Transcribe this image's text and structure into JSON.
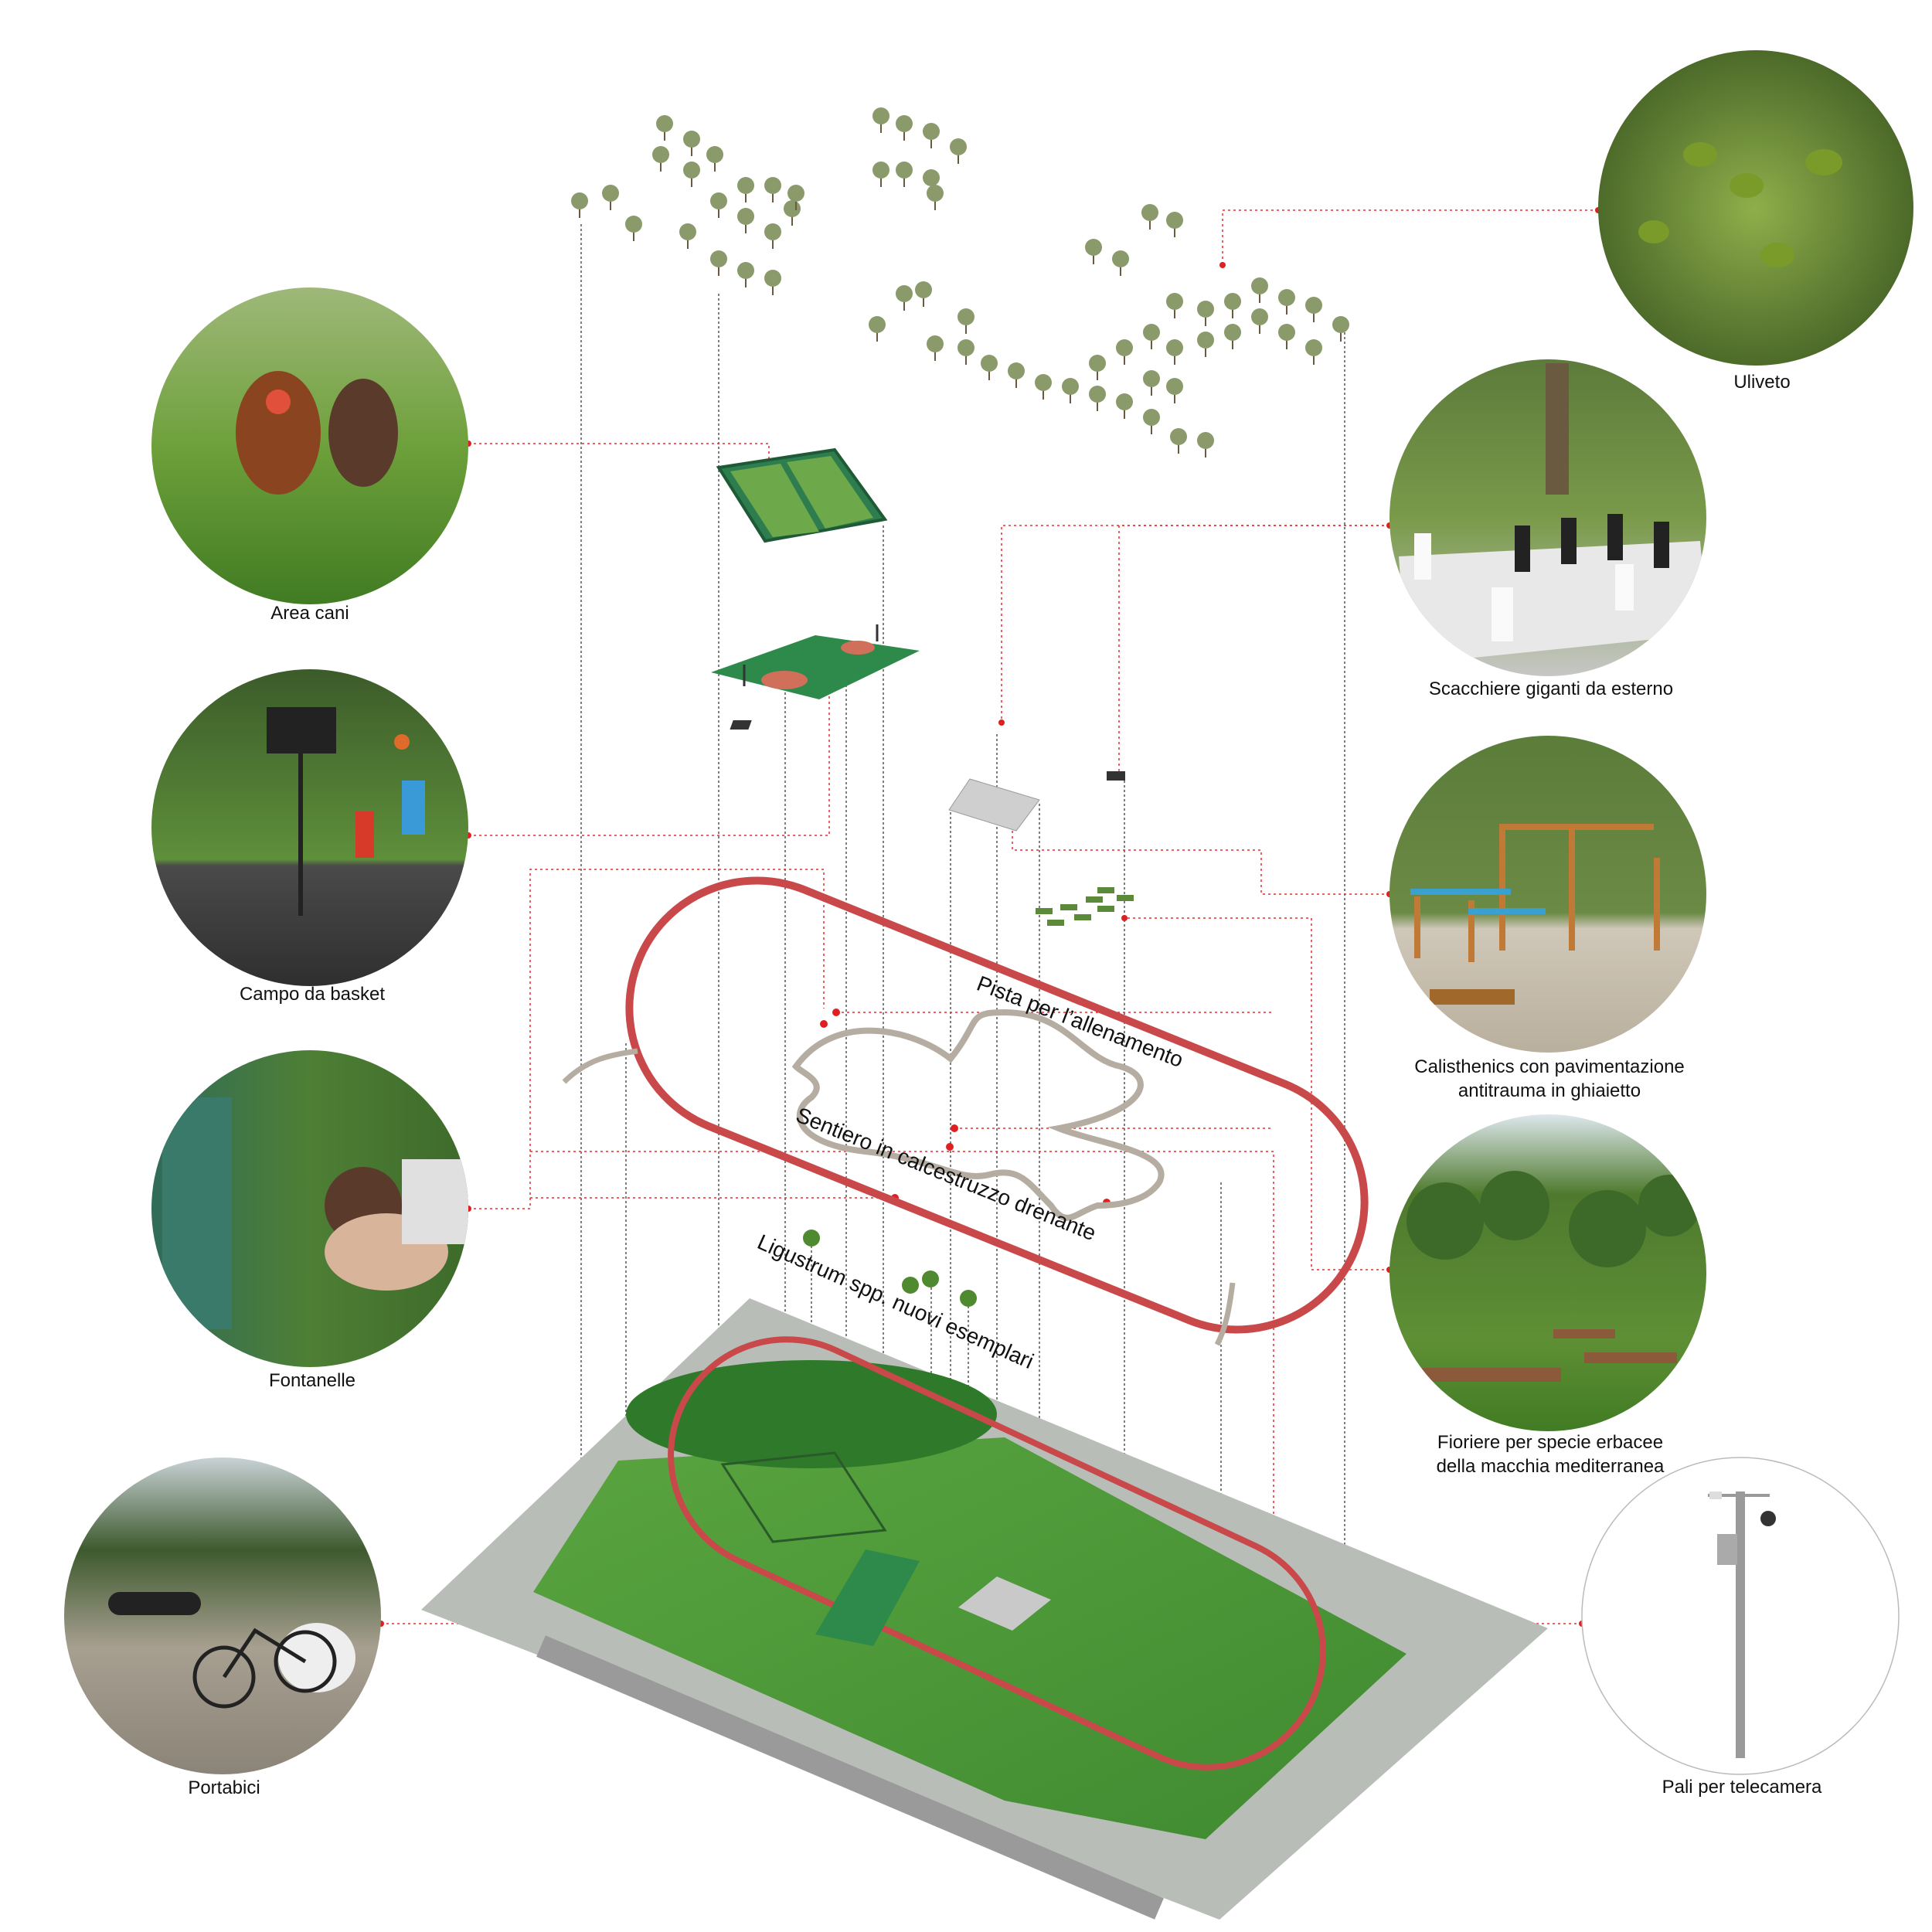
{
  "features": [
    {
      "id": "uliveto",
      "lines": [
        "Uliveto"
      ]
    },
    {
      "id": "area-cani",
      "lines": [
        "Area cani"
      ]
    },
    {
      "id": "scacchiere",
      "lines": [
        "Scacchiere giganti da esterno"
      ]
    },
    {
      "id": "campo-basket",
      "lines": [
        "Campo da basket"
      ]
    },
    {
      "id": "calisthenics",
      "lines": [
        "Calisthenics con pavimentazione",
        "antitrauma in ghiaietto"
      ]
    },
    {
      "id": "fontanelle",
      "lines": [
        "Fontanelle"
      ]
    },
    {
      "id": "fioriere",
      "lines": [
        "Fioriere per specie erbacee",
        "della macchia mediterranea"
      ]
    },
    {
      "id": "portabici",
      "lines": [
        "Portabici"
      ]
    },
    {
      "id": "pali-telecamera",
      "lines": [
        "Pali per telecamera"
      ]
    }
  ],
  "layer_labels": {
    "track": "Pista per l’allenamento",
    "path": "Sentiero in calcestruzzo drenante",
    "trees": "Ligustrum spp. nuovi esemplari"
  },
  "colors": {
    "track": "#c9494a",
    "leader": "#e03030",
    "grass": "#4f9a3a",
    "court": "#2e7d4f"
  }
}
